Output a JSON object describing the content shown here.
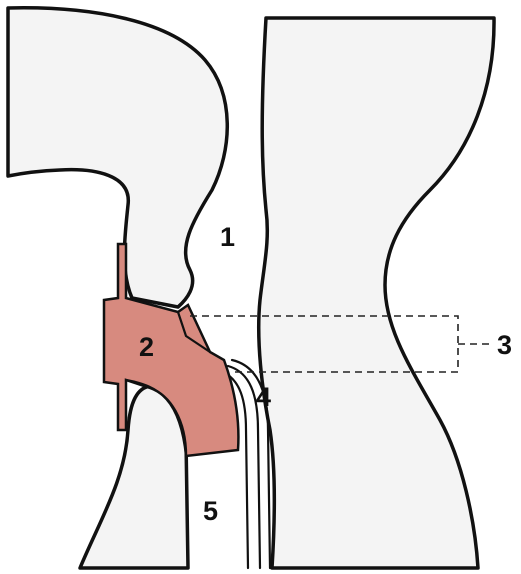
{
  "labels": {
    "l1": "1",
    "l2": "2",
    "l3": "3",
    "l4": "4",
    "l5": "5"
  },
  "colors": {
    "tissue": "#f4f4f4",
    "prosthesis": "#d78a7f",
    "outline": "#111111"
  }
}
